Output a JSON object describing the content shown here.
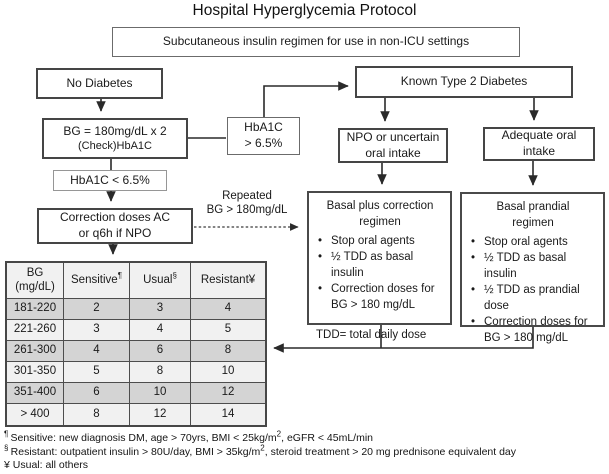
{
  "title": "Hospital Hyperglycemia Protocol",
  "subtitle": "Subcutaneous insulin regimen for use in non-ICU settings",
  "flow": {
    "no_diabetes": "No Diabetes",
    "known_t2dm": "Known Type 2 Diabetes",
    "bg_check": {
      "line1": "BG = 180mg/dL x 2",
      "line2": "(Check)HbA1C"
    },
    "hba1c_high": {
      "line1": "HbA1C",
      "line2": "> 6.5%"
    },
    "hba1c_low": "HbA1C < 6.5%",
    "correction": {
      "line1": "Correction doses AC",
      "line2": "or q6h if NPO"
    },
    "repeated": {
      "line1": "Repeated",
      "line2": "BG > 180mg/dL"
    },
    "npo": {
      "line1": "NPO or uncertain",
      "line2": "oral intake"
    },
    "adequate": {
      "line1": "Adequate oral",
      "line2": "intake"
    },
    "basal_plus": {
      "title_line1": "Basal plus correction",
      "title_line2": "regimen",
      "bullets": [
        "Stop oral agents",
        "½ TDD as basal insulin",
        "Correction doses for BG > 180 mg/dL"
      ],
      "note": "TDD= total daily dose"
    },
    "basal_prandial": {
      "title_line1": "Basal prandial",
      "title_line2": "regimen",
      "bullets": [
        "Stop oral agents",
        "½ TDD as basal insulin",
        "½ TDD as prandial dose",
        "Correction doses for BG > 180 mg/dL"
      ]
    }
  },
  "table": {
    "headers": [
      {
        "line1": "BG",
        "line2": "(mg/dL)"
      },
      {
        "label": "Sensitive",
        "sup": "¶"
      },
      {
        "label": "Usual",
        "sup": "§"
      },
      {
        "label": "Resistant",
        "suffix": "¥"
      }
    ],
    "rows": [
      {
        "range": "181-220",
        "values": [
          "2",
          "3",
          "4"
        ]
      },
      {
        "range": "221-260",
        "values": [
          "3",
          "4",
          "5"
        ]
      },
      {
        "range": "261-300",
        "values": [
          "4",
          "6",
          "8"
        ]
      },
      {
        "range": "301-350",
        "values": [
          "5",
          "8",
          "10"
        ]
      },
      {
        "range": "351-400",
        "values": [
          "6",
          "10",
          "12"
        ]
      },
      {
        "range": "> 400",
        "values": [
          "8",
          "12",
          "14"
        ]
      }
    ]
  },
  "footnotes": [
    {
      "marker": "¶",
      "marker_sup": true,
      "parts": [
        {
          "t": "Sensitive: new diagnosis DM, age > 70yrs, BMI < 25kg/m"
        },
        {
          "t": "2",
          "sup": true
        },
        {
          "t": ", eGFR < 45mL/min"
        }
      ]
    },
    {
      "marker": "§",
      "marker_sup": true,
      "parts": [
        {
          "t": "Resistant: outpatient insulin > 80U/day, BMI > 35kg/m"
        },
        {
          "t": "2",
          "sup": true
        },
        {
          "t": ", steroid treatment > 20 mg prednisone equivalent day"
        }
      ]
    },
    {
      "marker": "¥",
      "marker_sup": false,
      "parts": [
        {
          "t": "Usual: all others"
        }
      ]
    }
  ],
  "colors": {
    "row_shaded": "#d4d4d4",
    "row_light": "#f1f1f1",
    "header_bg": "#f1f1f1",
    "border_dark": "#454545",
    "border_gray": "#969696",
    "arrow": "#2a2a2a",
    "text": "#1a1a1a",
    "box_bg": "#ffffff"
  }
}
